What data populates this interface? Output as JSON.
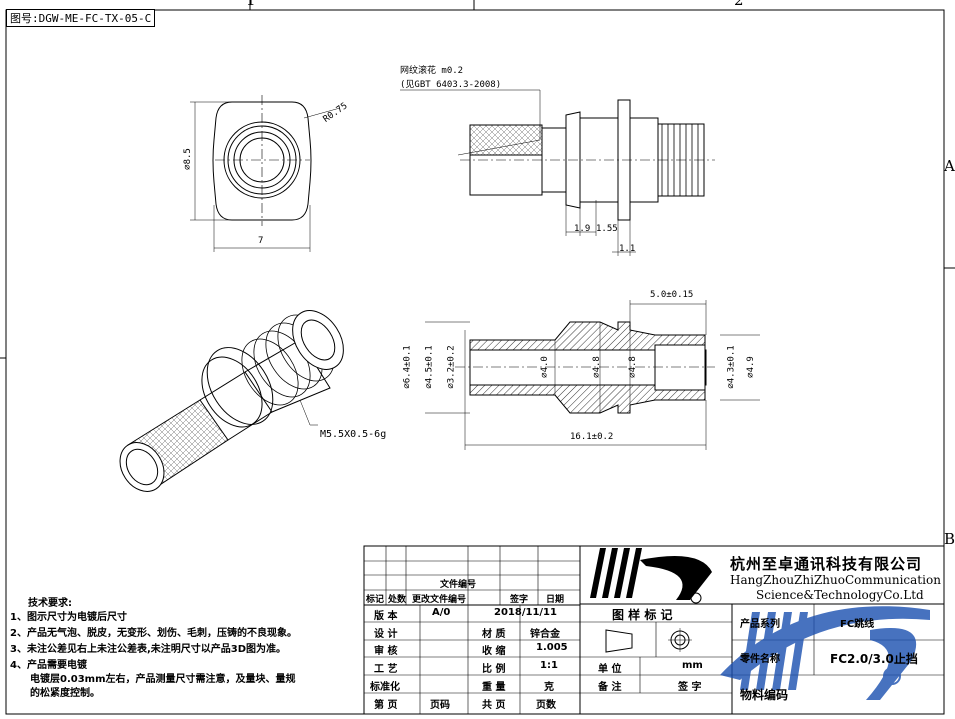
{
  "drawing_number": "图号:DGW-ME-FC-TX-05-C",
  "zones": {
    "top1": "1",
    "top2": "2",
    "rightA": "A",
    "rightB": "B"
  },
  "annotations": {
    "knurl": "网纹滚花 m0.2",
    "knurl_std": "(见GBT 6403.3-2008)",
    "thread": "M5.5X0.5-6g"
  },
  "dimensions": {
    "front_dia": "⌀8.5",
    "front_radius": "R0.75",
    "front_width": "7",
    "side_a": "1.9",
    "side_b": "1.55",
    "side_c": "1.1",
    "len_thread": "5.0±0.15",
    "dia_64": "⌀6.4±0.1",
    "dia_45": "⌀4.5±0.1",
    "dia_32": "⌀3.2±0.2",
    "dia_40": "⌀4.0",
    "dia_48a": "⌀4.8",
    "dia_48b": "⌀4.8",
    "dia_43": "⌀4.3±0.1",
    "dia_49": "⌀4.9",
    "total_len": "16.1±0.2"
  },
  "tech_requirements": {
    "title": "技术要求:",
    "items": [
      "1、图示尺寸为电镀后尺寸",
      "2、产品无气泡、脱皮，无变形、划伤、毛刺，压铸的不良现象。",
      "3、未注公差见右上未注公差表,未注明尺寸以产品3D图为准。",
      "4、产品需要电镀",
      "电镀层0.03mm左右，产品测量尺寸需注意，及量块、量规",
      "的松紧度控制。"
    ]
  },
  "title_block": {
    "rev_headers": [
      "标记",
      "处数",
      "更改文件编号",
      "签字",
      "日期"
    ],
    "file_no": "文件编号",
    "rows": [
      [
        "版  本",
        "A/0",
        "2018/11/11"
      ],
      [
        "设  计",
        "材 质",
        "锌合金"
      ],
      [
        "审  核",
        "收 缩",
        "1.005"
      ],
      [
        "工  艺",
        "比 例",
        "1:1"
      ],
      [
        "标准化",
        "重 量",
        "克"
      ],
      [
        "第  页",
        "页码",
        "共 页",
        "页数"
      ]
    ],
    "pattern_mark": "图 样 标 记",
    "unit_label": "单 位",
    "unit_value": "mm",
    "remark": "备 注",
    "sign": "签 字",
    "product_series_label": "产品系列",
    "product_series_value": "FC跳线",
    "part_name_label": "零件名称",
    "part_name_value": "FC2.0/3.0止挡",
    "material_code": "物料编码",
    "company_cn": "杭州至卓通讯科技有限公司",
    "company_en_1": "HangZhouZhiZhuoCommunication",
    "company_en_2": "Science&TechnologyCo.Ltd",
    "registered": "®"
  },
  "colors": {
    "line": "#000000",
    "logo": "#1a4fb0",
    "paper": "#ffffff"
  }
}
